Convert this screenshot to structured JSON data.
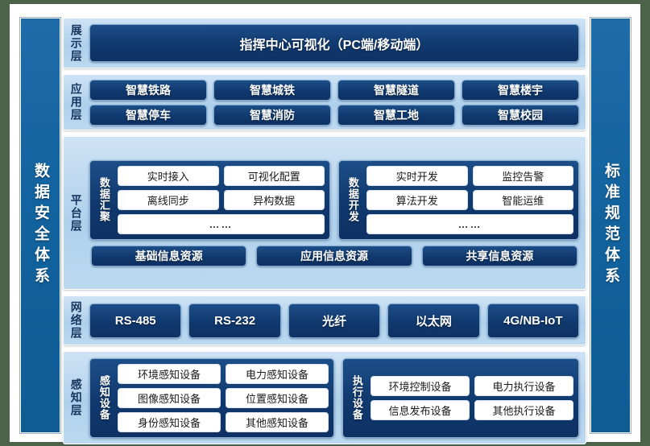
{
  "pillars": {
    "left": {
      "name": "data-security-system",
      "text": "数据安全体系"
    },
    "right": {
      "name": "standard-specification-system",
      "text": "标准规范体系"
    }
  },
  "layers": {
    "display": {
      "label": "展示层",
      "items": [
        "指挥中心可视化（PC端/移动端）"
      ]
    },
    "application": {
      "label": "应用层",
      "row1": [
        "智慧铁路",
        "智慧城铁",
        "智慧隧道",
        "智慧楼宇"
      ],
      "row2": [
        "智慧停车",
        "智慧消防",
        "智慧工地",
        "智慧校园"
      ]
    },
    "platform": {
      "label": "平台层",
      "groups": [
        {
          "label": "数据汇聚",
          "row1": [
            "实时接入",
            "可视化配置"
          ],
          "row2": [
            "离线同步",
            "异构数据"
          ],
          "row3": "……"
        },
        {
          "label": "数据开发",
          "row1": [
            "实时开发",
            "监控告警"
          ],
          "row2": [
            "算法开发",
            "智能运维"
          ],
          "row3": "……"
        }
      ],
      "resources": [
        "基础信息资源",
        "应用信息资源",
        "共享信息资源"
      ]
    },
    "network": {
      "label": "网络层",
      "items": [
        "RS-485",
        "RS-232",
        "光纤",
        "以太网",
        "4G/NB-IoT"
      ]
    },
    "sense": {
      "label": "感知层",
      "groups": [
        {
          "label": "感知设备",
          "row1": [
            "环境感知设备",
            "电力感知设备"
          ],
          "row2": [
            "图像感知设备",
            "位置感知设备"
          ],
          "row3": [
            "身份感知设备",
            "其他感知设备"
          ]
        },
        {
          "label": "执行设备",
          "row1": [
            "环境控制设备",
            "电力执行设备"
          ],
          "row2": [
            "信息发布设备",
            "其他执行设备"
          ]
        }
      ]
    }
  },
  "colors": {
    "page_background": "#4c6349",
    "canvas": "#ffffff",
    "pillar_blue": "#12639F",
    "chip_dark_blue": "#10396E",
    "panel_light_blue": "#AFD0EC",
    "label_navy": "#17355E"
  }
}
